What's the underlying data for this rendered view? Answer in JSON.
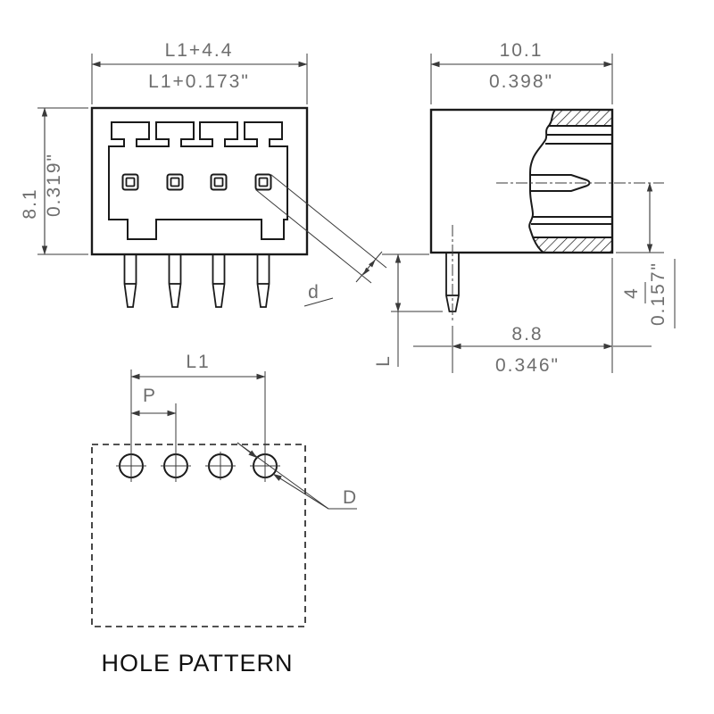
{
  "front_view": {
    "width_mm": "L1+4.4",
    "width_in": "L1+0.173\"",
    "height_mm": "8.1",
    "height_in": "0.319\"",
    "pin_size_label": "d"
  },
  "side_view": {
    "width_mm": "10.1",
    "width_in": "0.398\"",
    "pin_offset_mm": "8.8",
    "pin_offset_in": "0.346\"",
    "height_mm": "4",
    "height_in": "0.157\"",
    "pin_length_label": "L"
  },
  "hole_pattern": {
    "length_label": "L1",
    "pitch_label": "P",
    "hole_dia_label": "D",
    "caption": "HOLE PATTERN"
  },
  "colors": {
    "outline": "#1a1a1a",
    "dimension": "#3a3a3a",
    "dim_text": "#6e6e6e",
    "caption_text": "#111111",
    "background": "#ffffff"
  }
}
